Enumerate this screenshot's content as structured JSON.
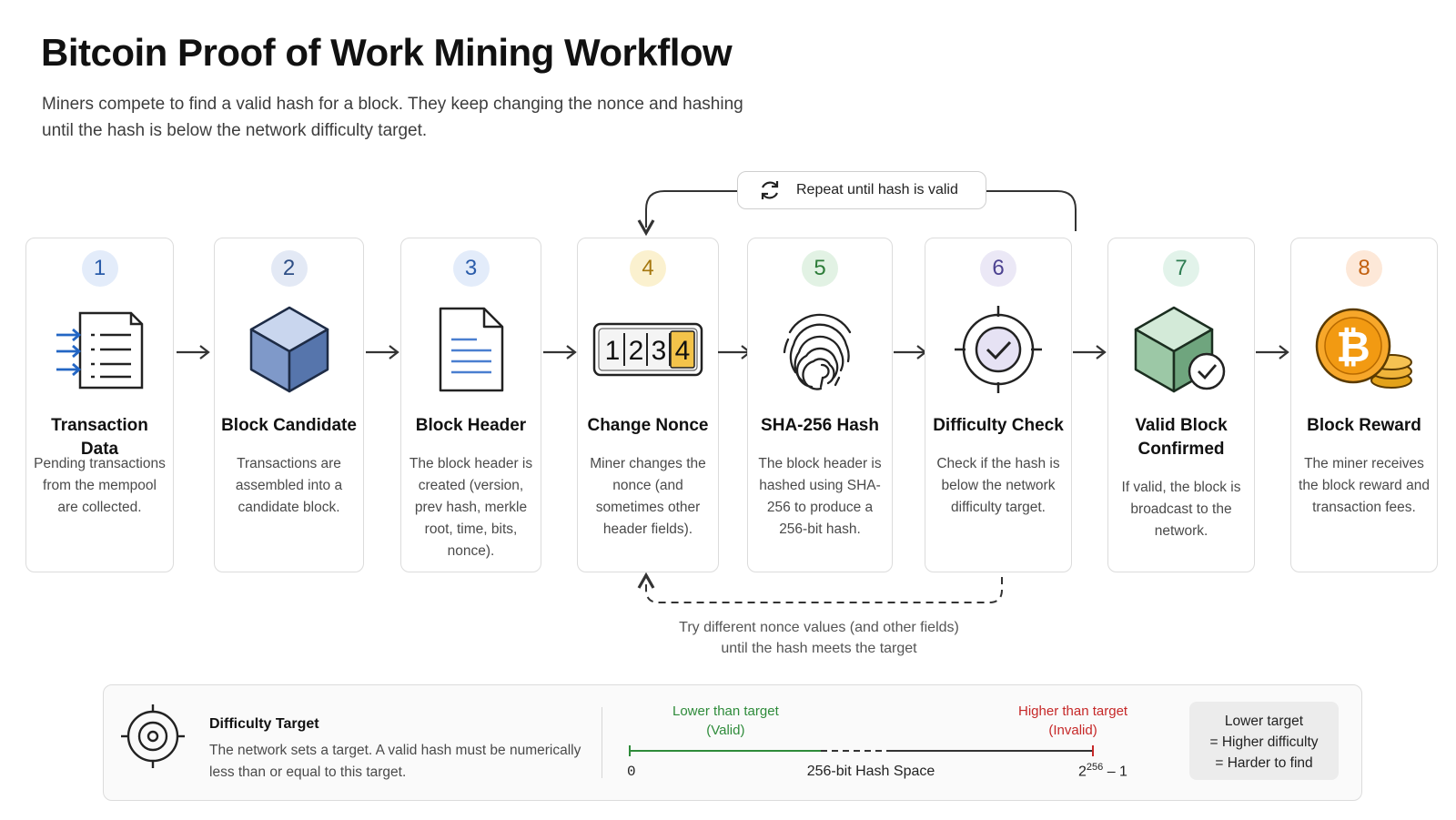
{
  "page": {
    "title": "Bitcoin Proof of Work Mining Workflow",
    "subtitle": "Miners compete to find a valid hash for a block. They keep changing the nonce and hashing until the hash is below the network difficulty target."
  },
  "loop": {
    "repeat_label": "Repeat until hash is valid",
    "retry_caption_line1": "Try different nonce values (and other fields)",
    "retry_caption_line2": "until the hash meets the target"
  },
  "steps": [
    {
      "number": "1",
      "name": "Transaction Data",
      "desc": "Pending transactions from the mempool are collected.",
      "icon": "document-list-icon",
      "badge_bg": "#e3ecfa",
      "badge_fg": "#2a5caa"
    },
    {
      "number": "2",
      "name": "Block Candidate",
      "desc": "Transactions are assembled into a candidate block.",
      "icon": "cube-icon",
      "badge_bg": "#e3e9f5",
      "badge_fg": "#2e4f86"
    },
    {
      "number": "3",
      "name": "Block Header",
      "desc": "The block header is created (version, prev hash, merkle root, time, bits, nonce).",
      "icon": "file-icon",
      "badge_bg": "#e3ecfa",
      "badge_fg": "#2a5caa"
    },
    {
      "number": "4",
      "name": "Change Nonce",
      "desc": "Miner changes the nonce (and sometimes other header fields).",
      "icon": "counter-icon",
      "badge_bg": "#fbf1cf",
      "badge_fg": "#a6780f",
      "counter": [
        "1",
        "2",
        "3",
        "4"
      ]
    },
    {
      "number": "5",
      "name": "SHA-256 Hash",
      "desc": "The block header is hashed using SHA-256 to produce a 256-bit hash.",
      "icon": "fingerprint-icon",
      "badge_bg": "#e2f2e4",
      "badge_fg": "#2e7d3a"
    },
    {
      "number": "6",
      "name": "Difficulty Check",
      "desc": "Check if the hash is below the network difficulty target.",
      "icon": "target-check-icon",
      "badge_bg": "#ebe8f6",
      "badge_fg": "#4c4291"
    },
    {
      "number": "7",
      "name": "Valid Block Confirmed",
      "desc": "If valid, the block is broadcast to the network.",
      "icon": "cube-check-icon",
      "badge_bg": "#e2f3ea",
      "badge_fg": "#2e7d52"
    },
    {
      "number": "8",
      "name": "Block Reward",
      "desc": "The miner receives the block reward and transaction fees.",
      "icon": "bitcoin-coins-icon",
      "badge_bg": "#fde8d8",
      "badge_fg": "#c2600f",
      "coin_symbol": "₿"
    }
  ],
  "difficulty": {
    "title": "Difficulty Target",
    "desc": "The network sets a target. A valid hash must be numerically less than or equal to this target.",
    "low_label_1": "Lower than target",
    "low_label_2": "(Valid)",
    "high_label_1": "Higher than target",
    "high_label_2": "(Invalid)",
    "axis_min": "0",
    "axis_mid": "256-bit Hash Space",
    "axis_max_base": "2",
    "axis_max_exp": "256",
    "axis_max_suffix": " – 1",
    "note_line1": "Lower target",
    "note_line2": "= Higher difficulty",
    "note_line3": "= Harder to find",
    "valid_color": "#2e8b3a",
    "invalid_color": "#c62828"
  }
}
